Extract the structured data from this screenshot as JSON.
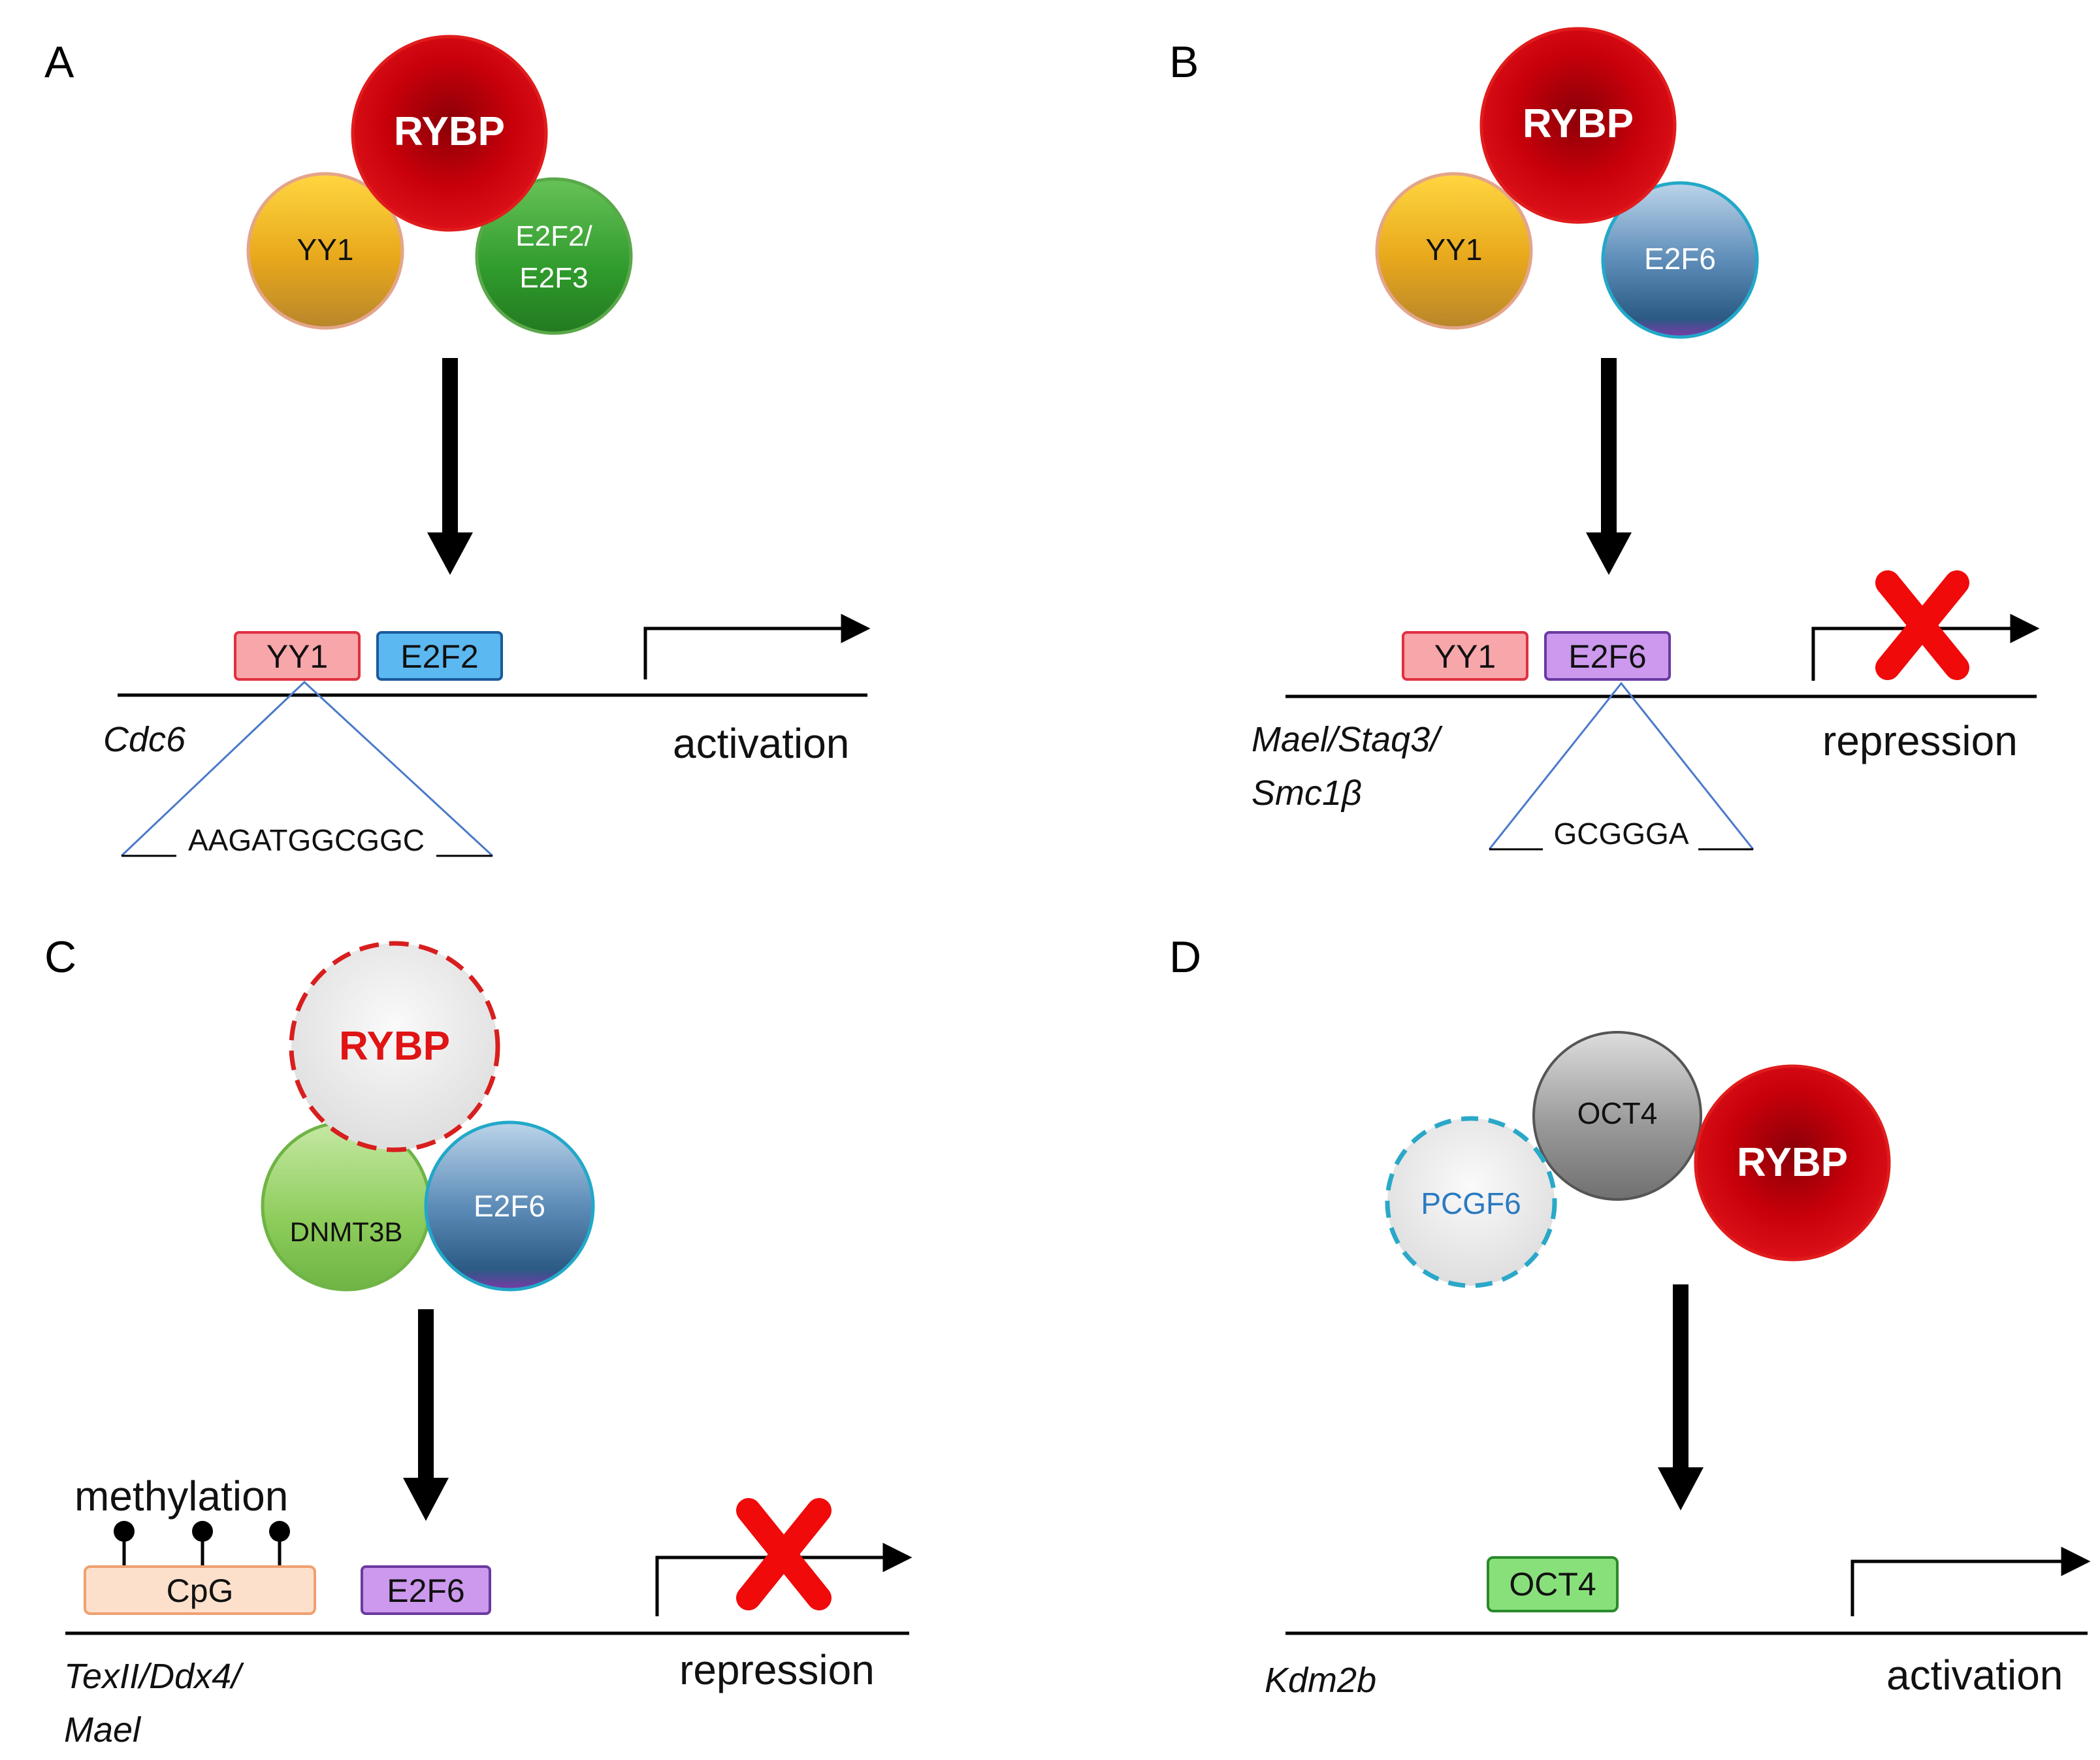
{
  "panels": {
    "A": {
      "letter": "A",
      "complex": {
        "rybp": "RYBP",
        "yy1": "YY1",
        "e2f_line1": "E2F2/",
        "e2f_line2": "E2F3"
      },
      "sites": {
        "yy1": "YY1",
        "e2f": "E2F2"
      },
      "gene": "Cdc6",
      "outcome": "activation",
      "sequence": "AAGATGGCGGC"
    },
    "B": {
      "letter": "B",
      "complex": {
        "rybp": "RYBP",
        "yy1": "YY1",
        "e2f": "E2F6"
      },
      "sites": {
        "yy1": "YY1",
        "e2f": "E2F6"
      },
      "gene_line1": "Mael/Staq3/",
      "gene_line2": "Smc1β",
      "outcome": "repression",
      "sequence": "GCGGGA"
    },
    "C": {
      "letter": "C",
      "complex": {
        "rybp": "RYBP",
        "dnmt": "DNMT3B",
        "e2f": "E2F6"
      },
      "methylation": "methylation",
      "cpg": "CpG",
      "site": "E2F6",
      "gene_line1": "TexII/Ddx4/",
      "gene_line2": "Mael",
      "outcome": "repression"
    },
    "D": {
      "letter": "D",
      "complex": {
        "pcgf": "PCGF6",
        "oct": "OCT4",
        "rybp": "RYBP"
      },
      "site": "OCT4",
      "gene": "Kdm2b",
      "outcome": "activation"
    }
  },
  "colors": {
    "rybp": "#c8000a",
    "yy1": "#e8a81c",
    "e2f23": "#2f9a2c",
    "e2f6": "#3c6f9a",
    "dnmt": "#8ccc5a",
    "oct": "#9a9a9a",
    "pcgf_border": "#2aa8c8",
    "pcgf_text": "#2a7ac0",
    "repress_x": "#f00a0a"
  }
}
